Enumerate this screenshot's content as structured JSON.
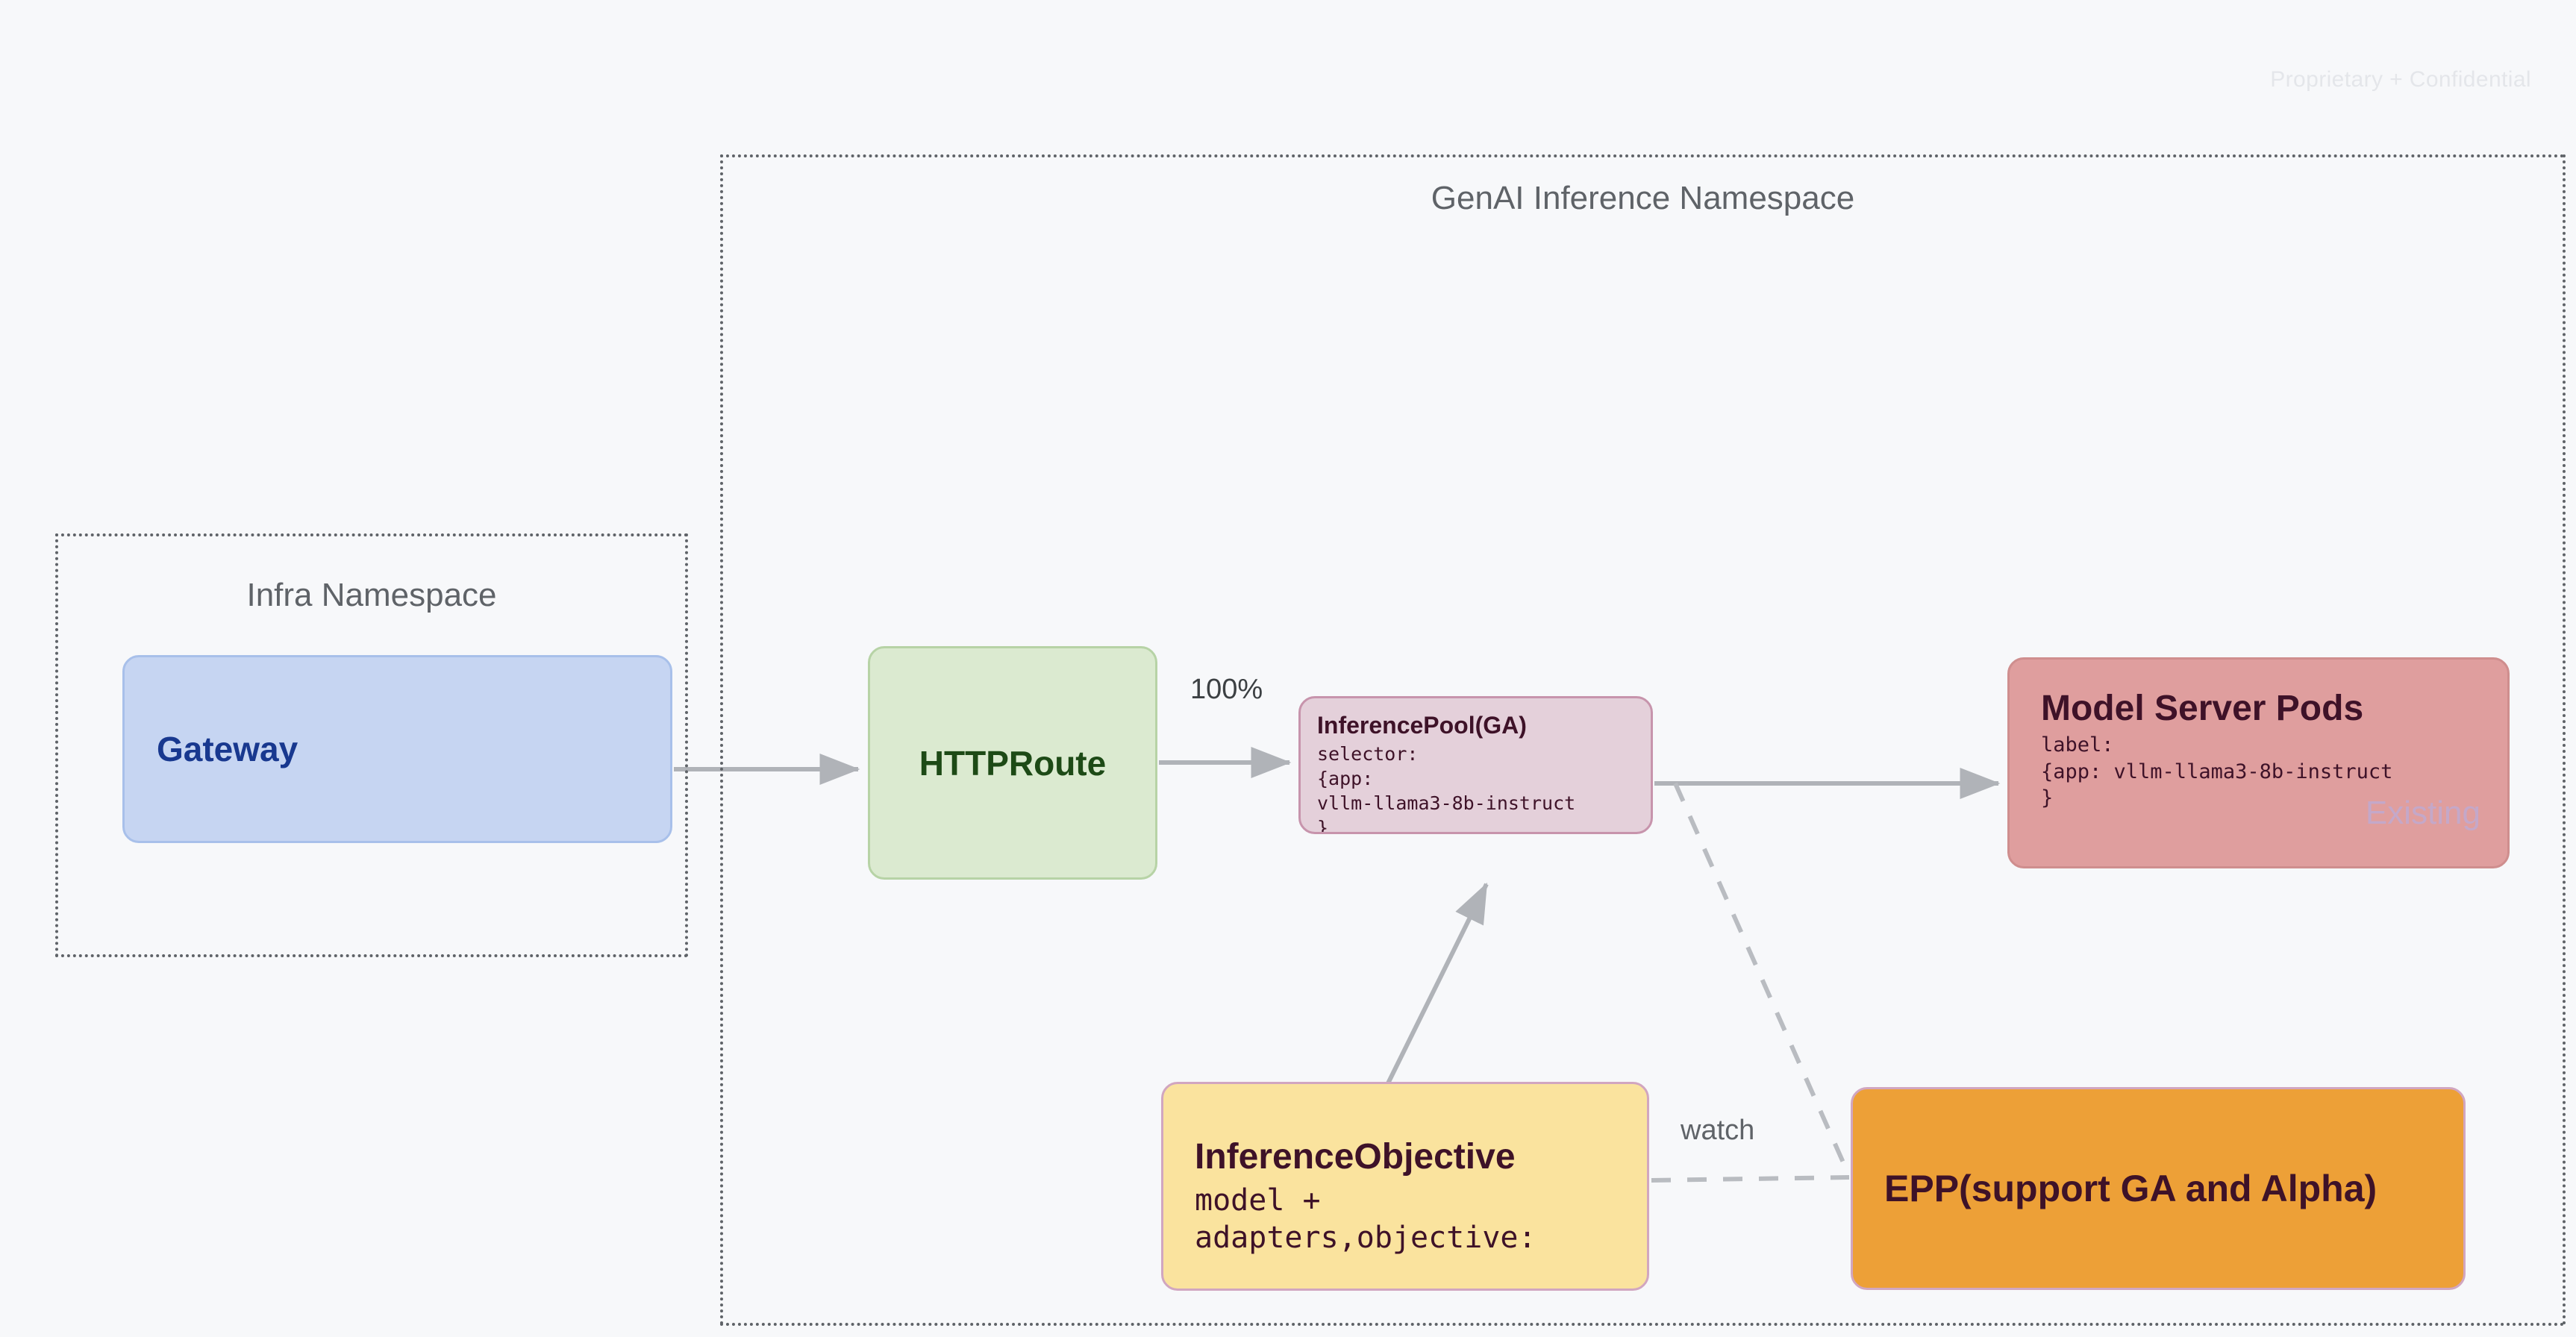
{
  "page": {
    "watermark": "Proprietary + Confidential",
    "background_color": "#f7f8fa"
  },
  "namespaces": [
    {
      "id": "infra",
      "title": "Infra Namespace",
      "border_style": "dotted",
      "border_color": "#5f6368"
    },
    {
      "id": "genai",
      "title": "GenAI Inference Namespace",
      "border_style": "dotted",
      "border_color": "#5f6368"
    }
  ],
  "nodes": {
    "gateway": {
      "title": "Gateway",
      "fill": "#c6d5f2",
      "text_color": "#18388f"
    },
    "httproute": {
      "title": "HTTPRoute",
      "fill": "#dbead0",
      "text_color": "#1d4a16"
    },
    "inferencepool": {
      "title": "InferencePool(GA)",
      "body_lines": [
        "selector:",
        "{app:",
        "vllm-llama3-8b-instruct",
        "}"
      ],
      "fill": "#e4d0da",
      "text_color": "#3e1228"
    },
    "modelserver": {
      "title": "Model Server Pods",
      "body_lines": [
        "label:",
        "{app: vllm-llama3-8b-instruct",
        "}"
      ],
      "badge": "Existing",
      "fill": "#df9e9e",
      "text_color": "#3e1228",
      "badge_color": "#c4a8c9"
    },
    "inferenceobjective": {
      "title": "InferenceObjective",
      "body_lines": [
        "model +",
        "adapters,objective:"
      ],
      "fill": "#fae39e",
      "text_color": "#3e1228"
    },
    "epp": {
      "title": "EPP(support GA and Alpha)",
      "fill": "#eda037",
      "text_color": "#3e1228"
    }
  },
  "edges": [
    {
      "id": "gateway-to-httproute",
      "from": "gateway",
      "to": "httproute",
      "label": "",
      "style": "solid",
      "arrow": true
    },
    {
      "id": "httproute-to-inferencepool",
      "from": "httproute",
      "to": "inferencepool",
      "label": "100%",
      "style": "solid",
      "arrow": true
    },
    {
      "id": "inferencepool-to-modelserver",
      "from": "inferencepool",
      "to": "modelserver",
      "label": "",
      "style": "solid",
      "arrow": true
    },
    {
      "id": "inferenceobjective-to-inferencepool",
      "from": "inferenceobjective",
      "to": "inferencepool",
      "label": "",
      "style": "solid",
      "arrow": true
    },
    {
      "id": "inferencepool-to-epp",
      "from": "inferencepool",
      "to": "epp",
      "label": "",
      "style": "dashed",
      "arrow": false
    },
    {
      "id": "inferenceobjective-to-epp",
      "from": "inferenceobjective",
      "to": "epp",
      "label": "watch",
      "style": "dashed",
      "arrow": false
    }
  ],
  "edge_labels": {
    "percent": "100%",
    "watch": "watch"
  }
}
